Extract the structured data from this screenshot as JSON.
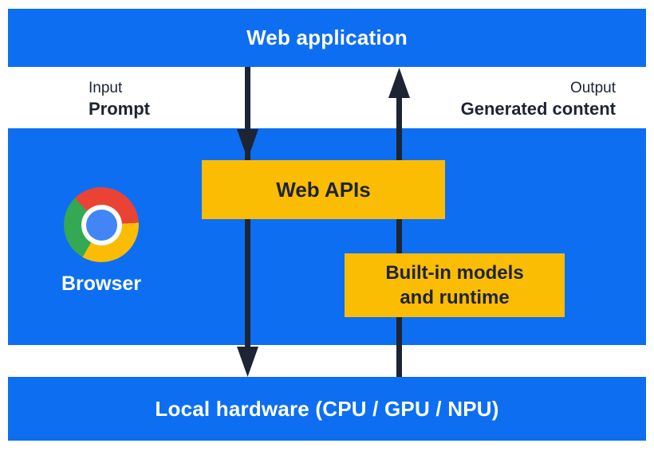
{
  "colors": {
    "bar_blue": "#0d6ef2",
    "box_yellow": "#fbbc04",
    "ink_dark": "#1d2433",
    "text_white": "#ffffff",
    "chrome_red": "#ea4335",
    "chrome_yellow": "#fbbc05",
    "chrome_green": "#34a853",
    "chrome_blue": "#4285f4"
  },
  "diagram": {
    "top_bar": {
      "label": "Web application"
    },
    "flow_labels": {
      "input_title": "Input",
      "input_value": "Prompt",
      "output_title": "Output",
      "output_value": "Generated content"
    },
    "browser_panel": {
      "browser_label": "Browser",
      "chrome_icon": "chrome-browser-logo",
      "web_apis_label": "Web APIs",
      "builtin_models_line1": "Built-in models",
      "builtin_models_line2": "and runtime"
    },
    "bottom_bar": {
      "label": "Local hardware (CPU / GPU / NPU)"
    },
    "arrows": {
      "down_arrow": "downward-arrow from web application through web apis to local hardware",
      "up_arrow": "upward-arrow from local hardware through built-in models to web application"
    }
  }
}
